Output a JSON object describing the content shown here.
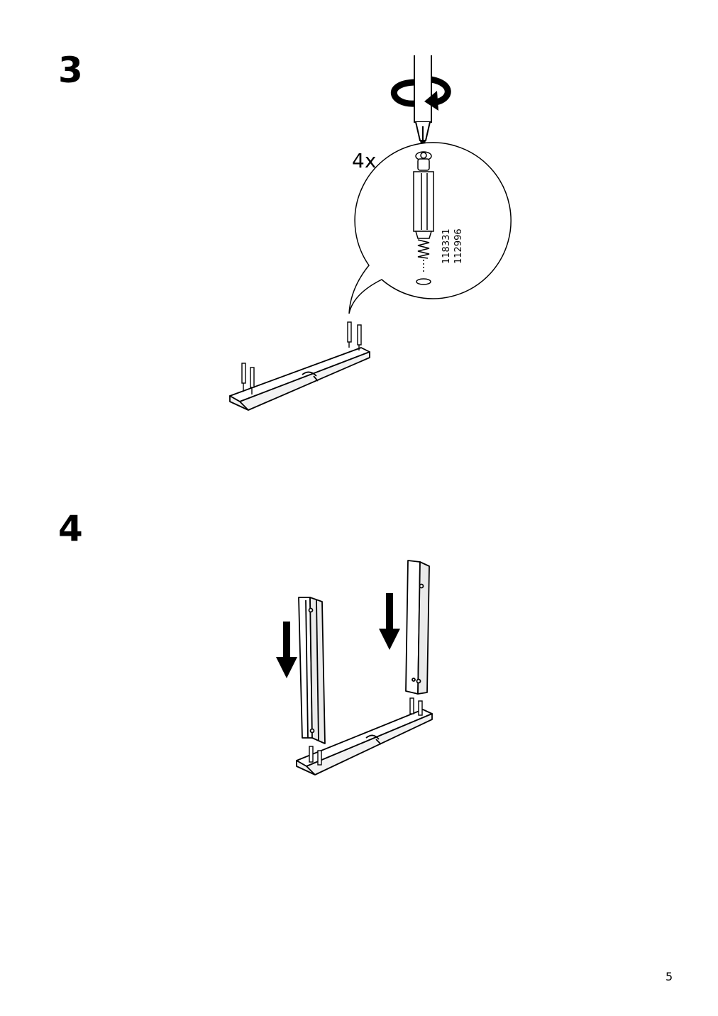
{
  "steps": [
    {
      "number": "3",
      "quantity": "4x",
      "part_numbers": [
        "118331",
        "112996"
      ]
    },
    {
      "number": "4"
    }
  ],
  "page_number": "5",
  "colors": {
    "ink": "#000000",
    "paper": "#ffffff",
    "shade": "#d9d9d9"
  },
  "icons": [
    "screwdriver-icon",
    "rotation-arrow-icon",
    "dowel-icon",
    "down-arrow-icon"
  ]
}
